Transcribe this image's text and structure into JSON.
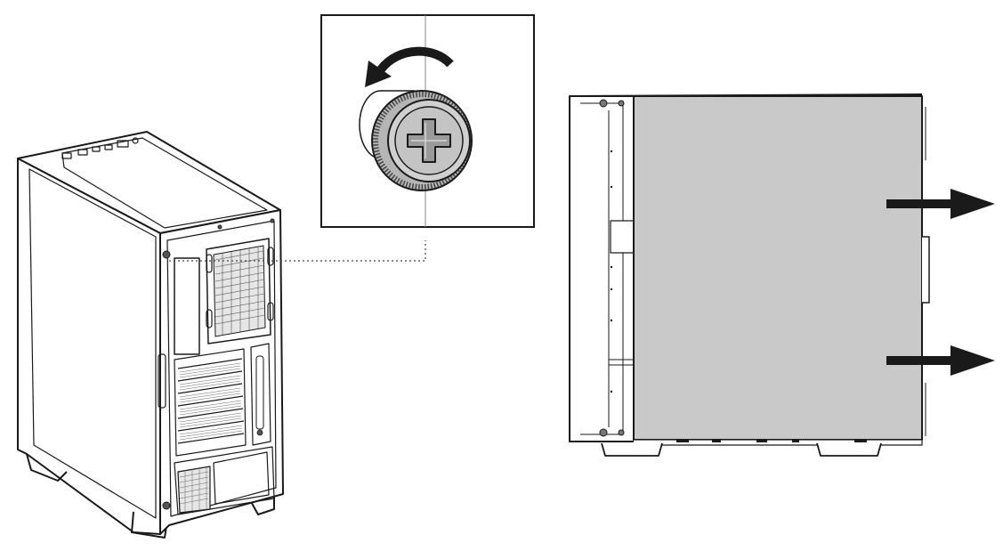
{
  "figure": {
    "description_panels": [
      "case-rear-view",
      "thumbscrew-zoom-inset",
      "case-side-view"
    ],
    "colors": {
      "line": "#1a1a1a",
      "side_panel_fill": "#c9c9c9",
      "screw_fill": "#8a8a8a",
      "background": "#ffffff"
    },
    "icons": {
      "rotation_arrow": "counterclockwise-arrow-icon",
      "removal_arrows": "right-arrow-icon"
    }
  }
}
